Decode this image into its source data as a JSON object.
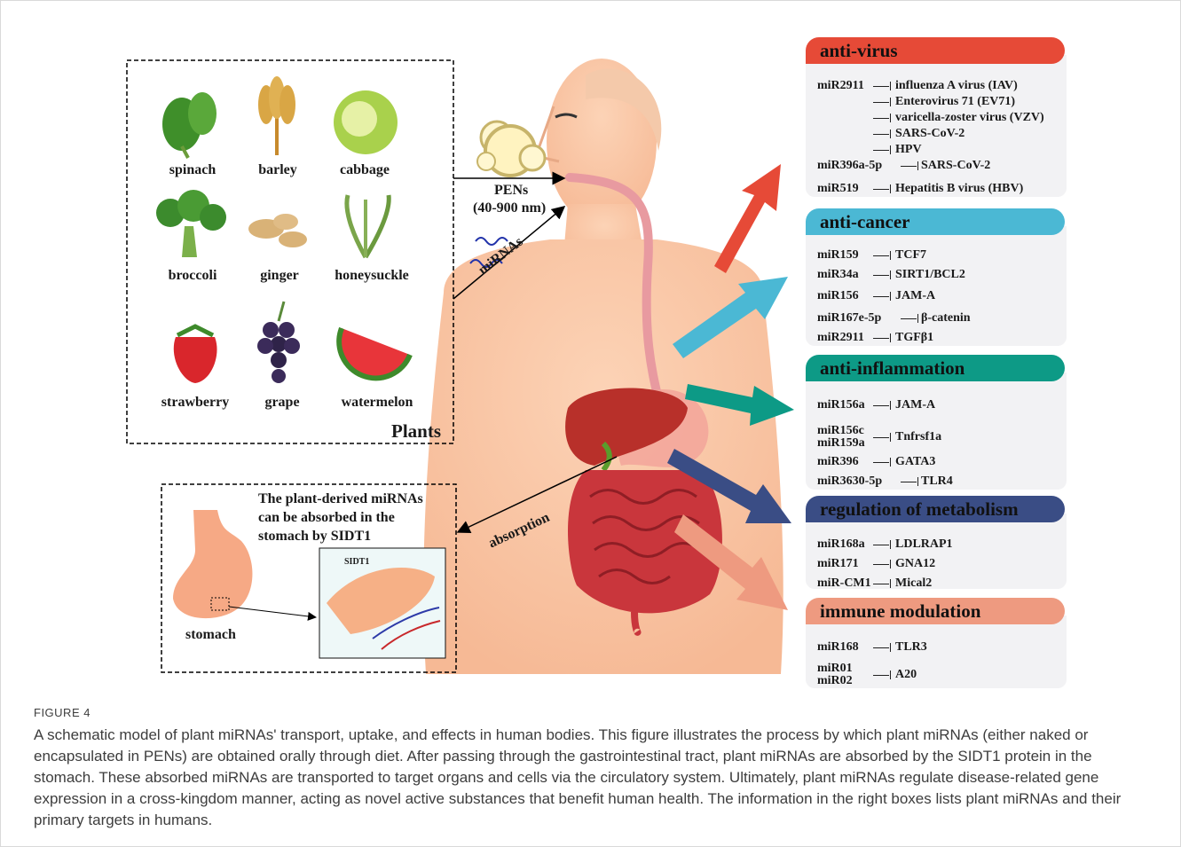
{
  "plants": {
    "title": "Plants",
    "items": [
      {
        "name": "spinach"
      },
      {
        "name": "barley"
      },
      {
        "name": "cabbage"
      },
      {
        "name": "broccoli"
      },
      {
        "name": "ginger"
      },
      {
        "name": "honeysuckle"
      },
      {
        "name": "strawberry"
      },
      {
        "name": "grape"
      },
      {
        "name": "watermelon"
      }
    ]
  },
  "transport": {
    "pens_label": "PENs",
    "pens_size": "(40-900 nm)",
    "mirnas_label": "miRNAs",
    "absorption_label": "absorption"
  },
  "stomach_box": {
    "text": [
      "The plant-derived miRNAs",
      "can be absorbed in the",
      "stomach by SIDT1"
    ],
    "stomach_label": "stomach",
    "sidt1_label": "SIDT1"
  },
  "effects": [
    {
      "title": "anti-virus",
      "color": "#e64a37",
      "rows": [
        {
          "mir": [
            "miR2911"
          ],
          "targets": [
            "influenza A virus (IAV)",
            "Enterovirus 71 (EV71)",
            "varicella-zoster virus (VZV)",
            "SARS-CoV-2",
            "HPV"
          ]
        },
        {
          "mir": [
            "miR396a-5p"
          ],
          "targets": [
            "SARS-CoV-2"
          ]
        },
        {
          "mir": [
            "miR519"
          ],
          "targets": [
            "Hepatitis B virus (HBV)"
          ]
        }
      ]
    },
    {
      "title": "anti-cancer",
      "color": "#4bb8d4",
      "rows": [
        {
          "mir": [
            "miR159"
          ],
          "targets": [
            "TCF7"
          ]
        },
        {
          "mir": [
            "miR34a"
          ],
          "targets": [
            "SIRT1/BCL2"
          ]
        },
        {
          "mir": [
            "miR156"
          ],
          "targets": [
            "JAM-A"
          ]
        },
        {
          "mir": [
            "miR167e-5p"
          ],
          "targets": [
            "β-catenin"
          ]
        },
        {
          "mir": [
            "miR2911"
          ],
          "targets": [
            "TGFβ1"
          ]
        }
      ]
    },
    {
      "title": "anti-inflammation",
      "color": "#0d9a86",
      "rows": [
        {
          "mir": [
            "miR156a"
          ],
          "targets": [
            "JAM-A"
          ]
        },
        {
          "mir": [
            "miR156c",
            "miR159a"
          ],
          "targets": [
            "Tnfrsf1a"
          ]
        },
        {
          "mir": [
            "miR396"
          ],
          "targets": [
            "GATA3"
          ]
        },
        {
          "mir": [
            "miR3630-5p"
          ],
          "targets": [
            "TLR4"
          ]
        }
      ]
    },
    {
      "title": "regulation of metabolism",
      "color": "#3a4d85",
      "rows": [
        {
          "mir": [
            "miR168a"
          ],
          "targets": [
            "LDLRAP1"
          ]
        },
        {
          "mir": [
            "miR171"
          ],
          "targets": [
            "GNA12"
          ]
        },
        {
          "mir": [
            "miR-CM1"
          ],
          "targets": [
            "Mical2"
          ]
        }
      ]
    },
    {
      "title": "immune modulation",
      "color": "#ee9a80",
      "rows": [
        {
          "mir": [
            "miR168"
          ],
          "targets": [
            "TLR3"
          ]
        },
        {
          "mir": [
            "miR01",
            "miR02"
          ],
          "targets": [
            "A20"
          ]
        }
      ]
    }
  ],
  "caption": {
    "figure_label": "FIGURE 4",
    "text": "A schematic model of plant miRNAs' transport, uptake, and effects in human bodies. This figure illustrates the process by which plant miRNAs (either naked or encapsulated in PENs) are obtained orally through diet. After passing through the gastrointestinal tract, plant miRNAs are absorbed by the SIDT1 protein in the stomach. These absorbed miRNAs are transported to target organs and cells via the circulatory system. Ultimately, plant miRNAs regulate disease-related gene expression in a cross-kingdom manner, acting as novel active substances that benefit human health. The information in the right boxes lists plant miRNAs and their primary targets in humans."
  }
}
